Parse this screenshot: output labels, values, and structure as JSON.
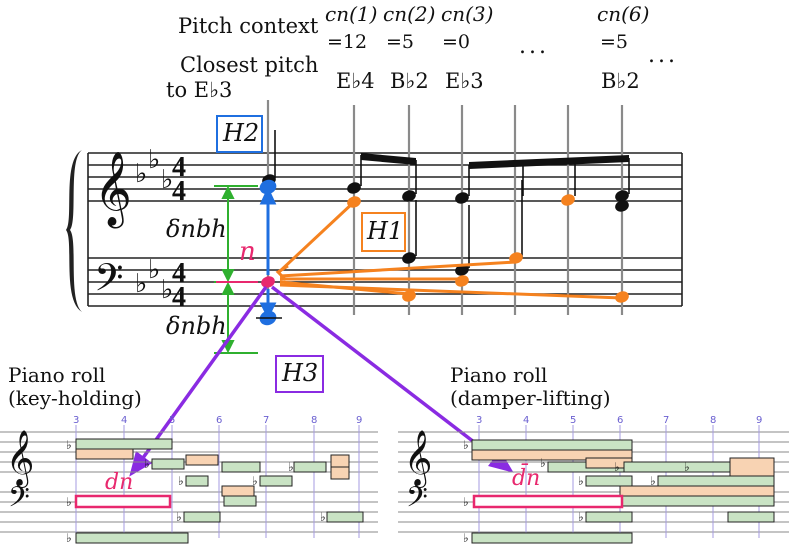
{
  "header": {
    "pitch_context_label": "Pitch context",
    "closest_pitch_line1": "Closest pitch",
    "closest_pitch_line2": "to E♭3"
  },
  "context_values": [
    {
      "label": "cn(1)",
      "value": "=12",
      "pitch": "E♭4"
    },
    {
      "label": "cn(2)",
      "value": "=5",
      "pitch": "B♭2"
    },
    {
      "label": "cn(3)",
      "value": "=0",
      "pitch": "E♭3"
    },
    {
      "label": "cn(6)",
      "value": "=5",
      "pitch": "B♭2"
    }
  ],
  "ellipsis": "...",
  "labels": {
    "h1": "H1",
    "h2": "H2",
    "h3": "H3",
    "n": "n",
    "delta_upper": "δnbh",
    "delta_lower": "δnbh",
    "dn": "dn",
    "dn_bar": "d̄n"
  },
  "piano_rolls": [
    {
      "title_line1": "Piano roll",
      "title_line2": "(key-holding)",
      "beats": [
        "3",
        "4",
        "5",
        "6",
        "7",
        "8",
        "9"
      ]
    },
    {
      "title_line1": "Piano roll",
      "title_line2": "(damper-lifting)",
      "beats": [
        "3",
        "4",
        "5",
        "6",
        "7",
        "8",
        "9"
      ]
    }
  ],
  "colors": {
    "h1": "#f5821f",
    "h2": "#1f6fe0",
    "h3": "#8a2be2",
    "n": "#e8286e",
    "delta": "#2fb02f",
    "roll_green_fill": "#c9e3c4",
    "roll_orange_fill": "#f8d3b3",
    "grid_purple": "#a59be0"
  },
  "icons": [
    "treble-clef-icon",
    "bass-clef-icon",
    "flat-icon"
  ]
}
